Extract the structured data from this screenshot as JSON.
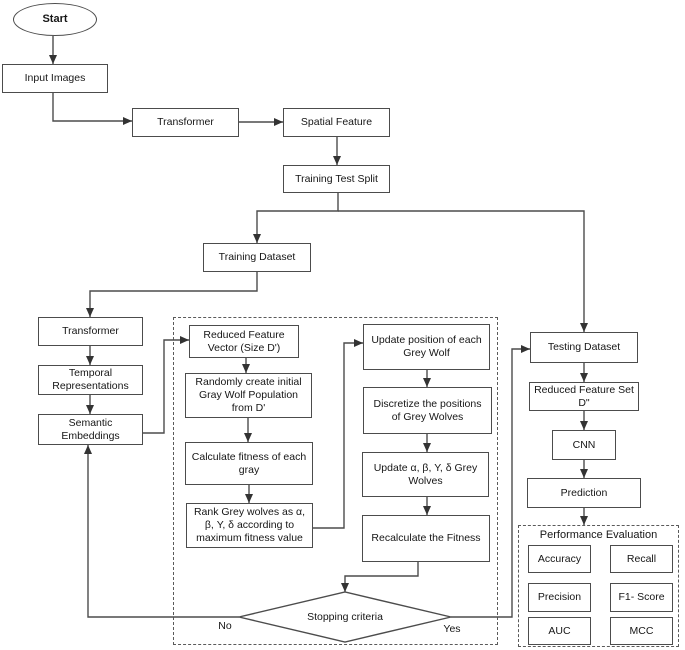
{
  "diagram": {
    "kind": "flowchart",
    "colors": {
      "stroke": "#4c4c4c",
      "text": "#161616",
      "background": "#ffffff"
    },
    "nodes": {
      "start": "Start",
      "input_images": "Input Images",
      "transformer_spatial": "Transformer",
      "spatial_feature": "Spatial Feature",
      "training_test_split": "Training Test Split",
      "training_dataset": "Training Dataset",
      "transformer_temporal": "Transformer",
      "temporal_representations": "Temporal Representations",
      "semantic_embeddings": "Semantic Embeddings",
      "reduced_feature_vector": "Reduced Feature Vector (Size D')",
      "random_population": "Randomly create initial Gray Wolf Population from D'",
      "calculate_fitness": "Calculate fitness of each gray",
      "rank_wolves": "Rank Grey wolves as α, β, Y, δ according to maximum fitness value",
      "update_position": "Update position of each Grey Wolf",
      "discretize": "Discretize the positions of Grey Wolves",
      "update_abyd": "Update α, β, Y, δ Grey Wolves",
      "recalculate_fitness": "Recalculate the Fitness",
      "stopping_criteria": "Stopping criteria",
      "testing_dataset": "Testing Dataset",
      "reduced_feature_set": "Reduced Feature Set D\"",
      "cnn": "CNN",
      "prediction": "Prediction"
    },
    "edge_labels": {
      "no": "No",
      "yes": "Yes"
    },
    "performance_evaluation": {
      "title": "Performance Evaluation",
      "metrics": [
        "Accuracy",
        "Recall",
        "Precision",
        "F1- Score",
        "AUC",
        "MCC"
      ]
    }
  }
}
